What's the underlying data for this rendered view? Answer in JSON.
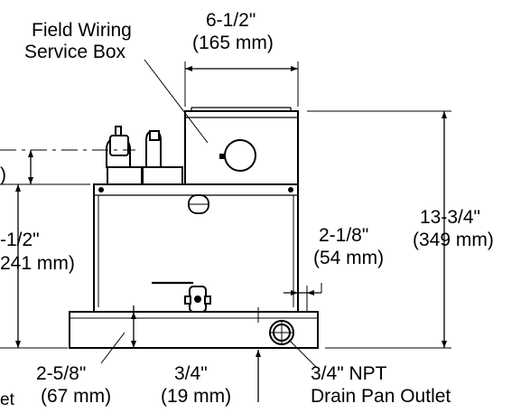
{
  "labels": {
    "field_box_1": "Field Wiring",
    "field_box_2": "Service Box",
    "width_in": "6-1/2\"",
    "width_mm": "(165 mm)",
    "height_in": "13-3/4\"",
    "height_mm": "(349 mm)",
    "depth_in": "2-1/8\"",
    "depth_mm": "(54 mm)",
    "left_in_partial": "-1/2\"",
    "left_mm_partial": "241 mm)",
    "left_top_partial": ")",
    "pan_in": "2-5/8\"",
    "pan_mm": "(67 mm)",
    "inlet_in": "3/4\"",
    "inlet_mm": "(19 mm)",
    "npt_1": "3/4\" NPT",
    "npt_2": "Drain Pan Outlet",
    "cut_off": "et"
  }
}
